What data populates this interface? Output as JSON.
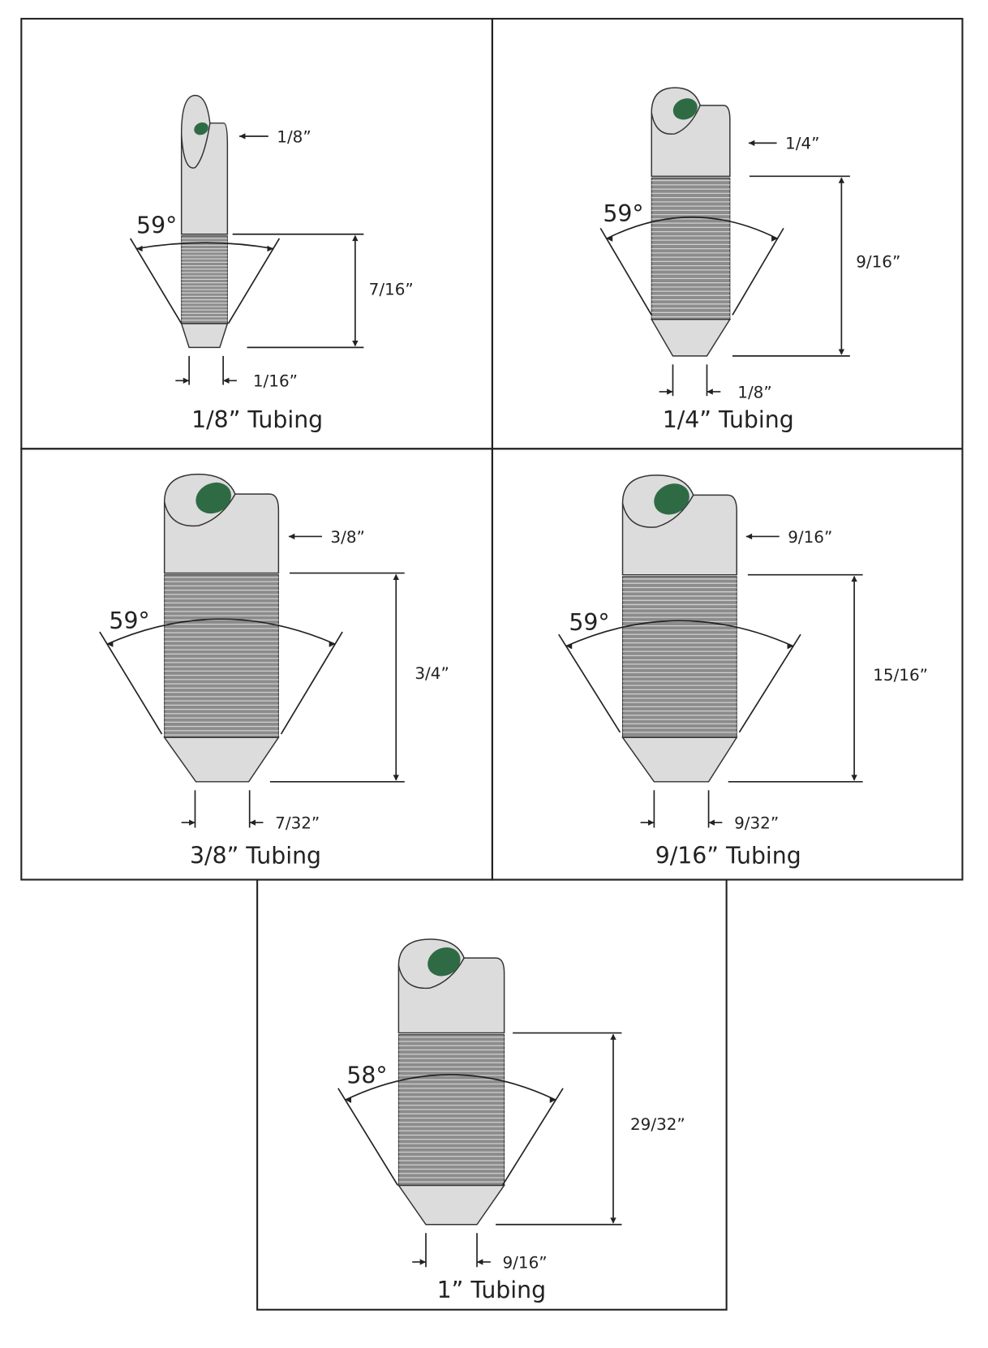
{
  "title": "Tubing fitting dimensions",
  "colors": {
    "body": "#dcdcdc",
    "thread": "#8c8c8c",
    "accent": "#2e6b45",
    "line": "#222222"
  },
  "panels": [
    {
      "caption": "1/8” Tubing",
      "angle": "59°",
      "size": "1/8”",
      "length": "7/16”",
      "tip": "1/16”"
    },
    {
      "caption": "1/4” Tubing",
      "angle": "59°",
      "size": "1/4”",
      "length": "9/16”",
      "tip": "1/8”"
    },
    {
      "caption": "3/8” Tubing",
      "angle": "59°",
      "size": "3/8”",
      "length": "3/4”",
      "tip": "7/32”"
    },
    {
      "caption": "9/16” Tubing",
      "angle": "59°",
      "size": "9/16”",
      "length": "15/16”",
      "tip": "9/32”"
    },
    {
      "caption": "1” Tubing",
      "angle": "58°",
      "length": "29/32”",
      "tip": "9/16”"
    }
  ]
}
